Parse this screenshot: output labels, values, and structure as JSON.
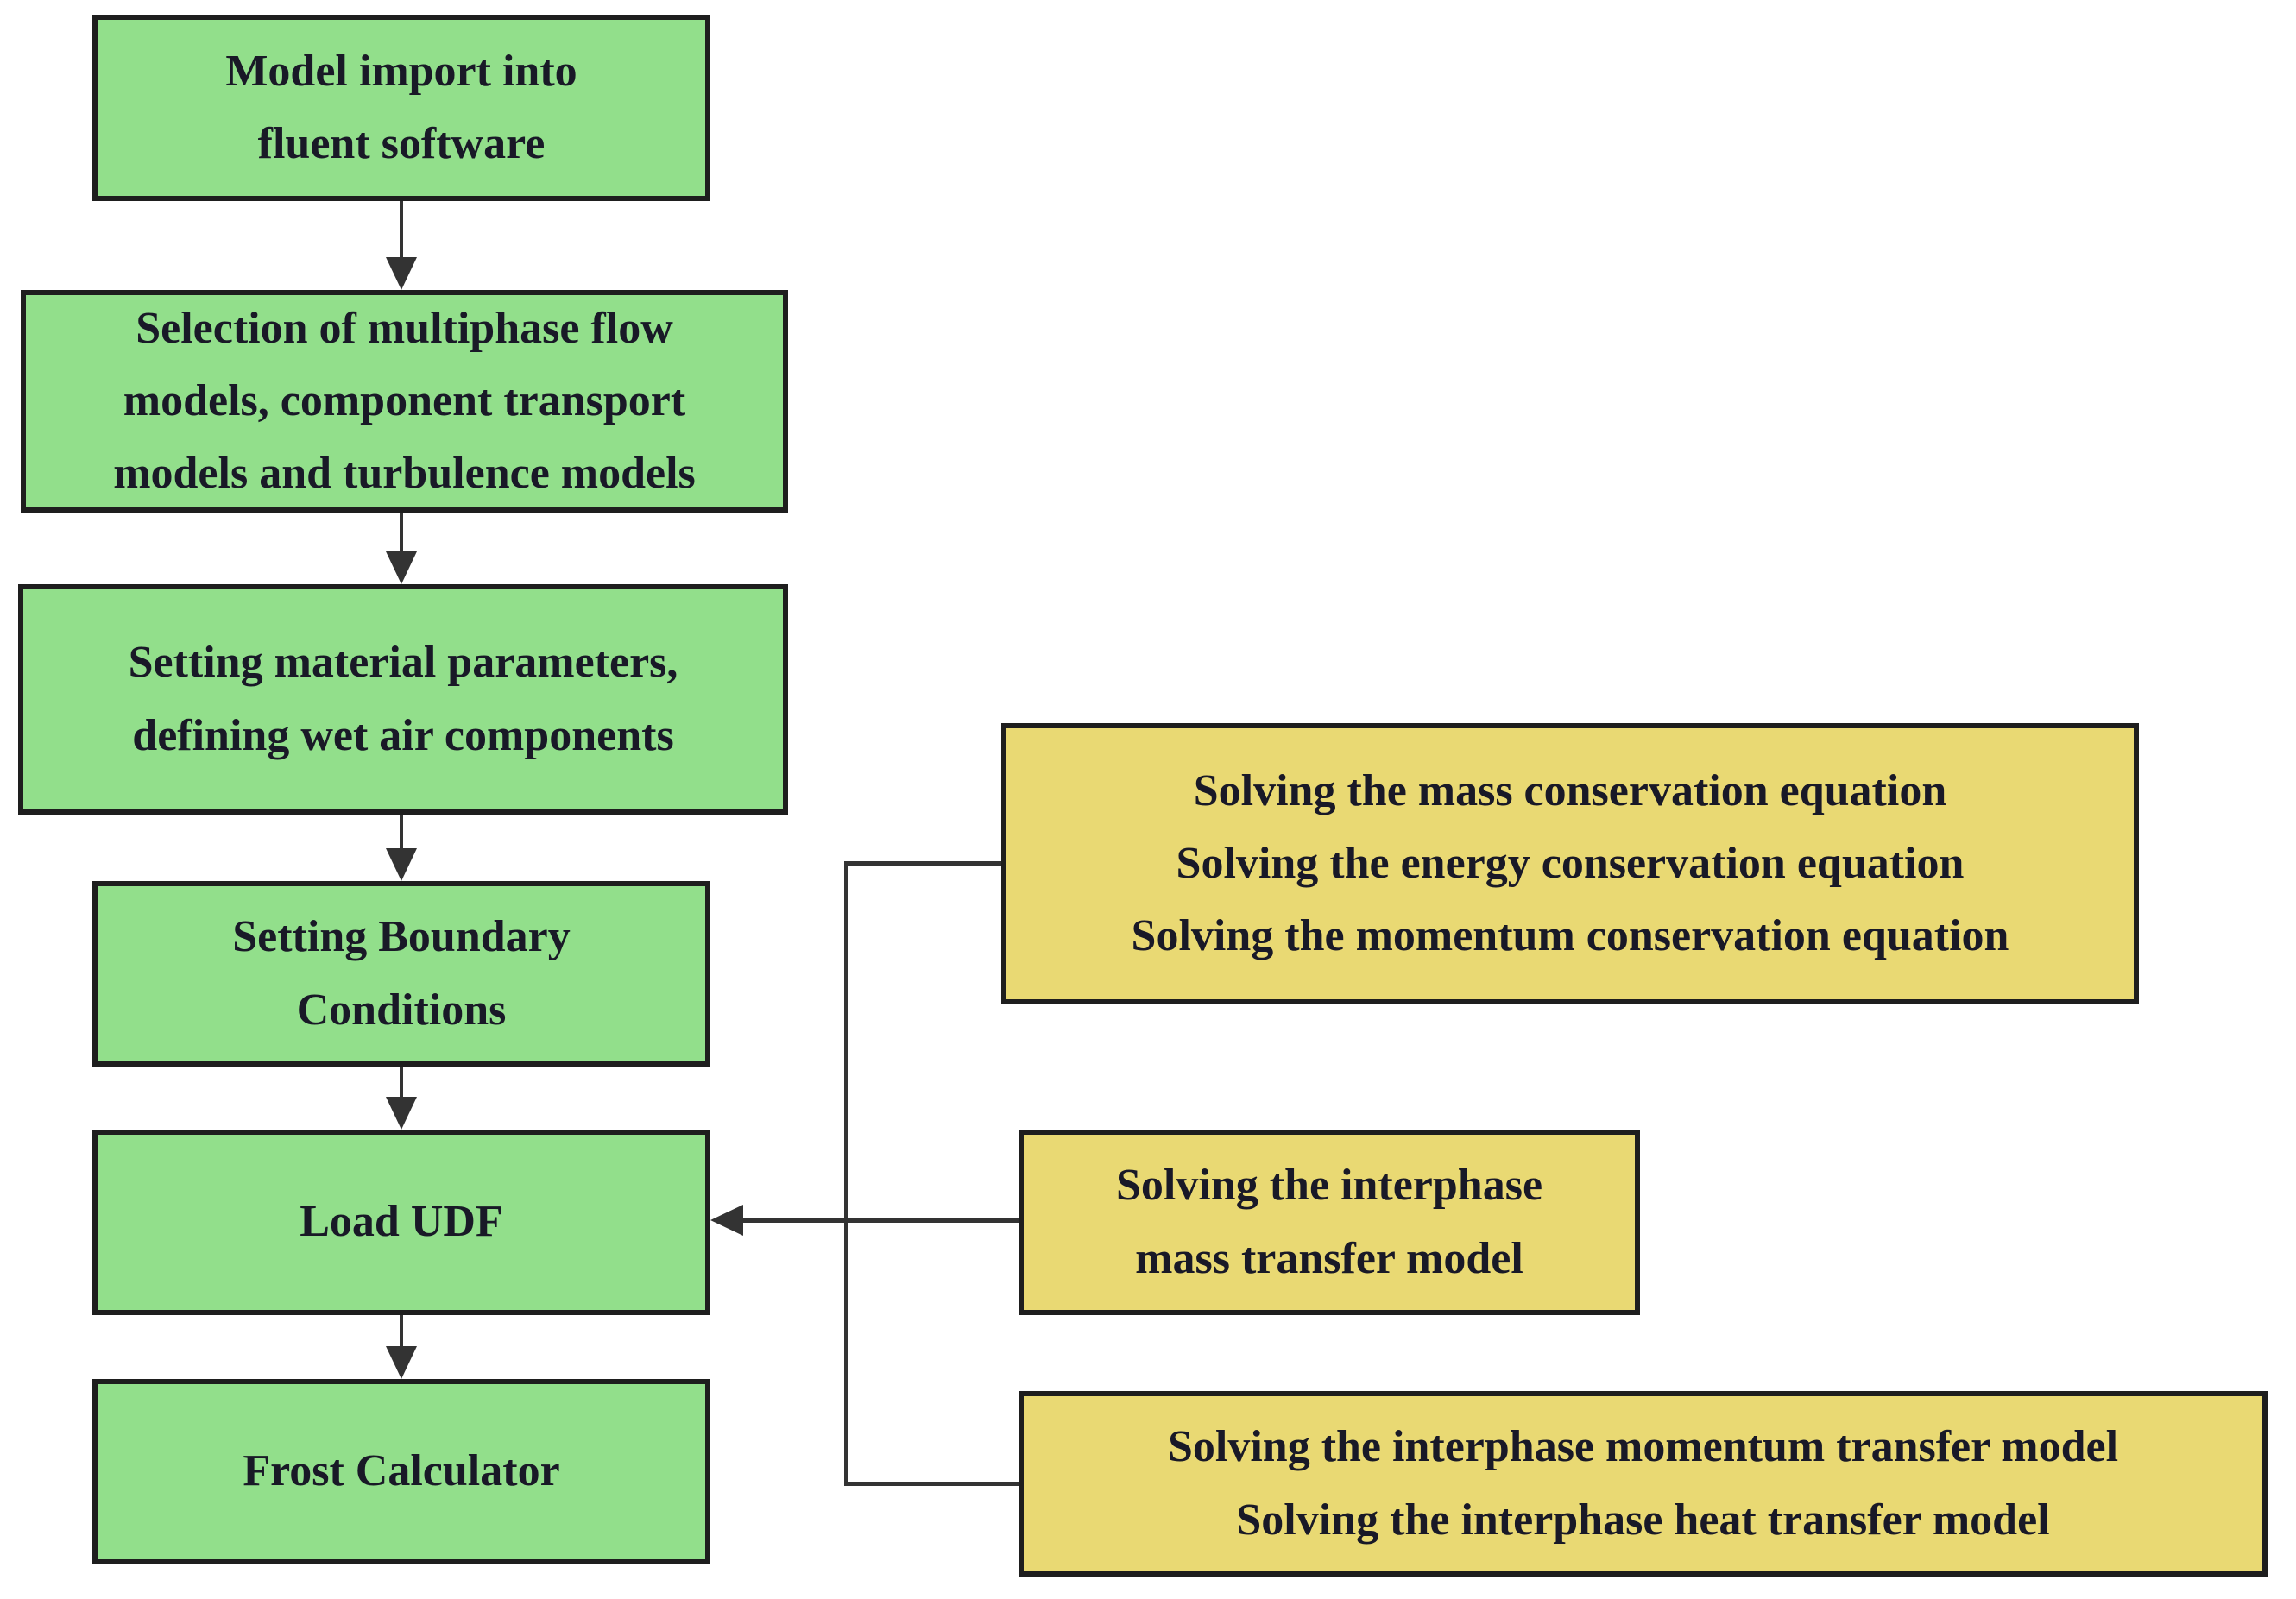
{
  "figure": {
    "type": "flowchart",
    "description": "CFD frost simulation setup workflow in Fluent with UDF solver modules"
  },
  "colors": {
    "background": "#ffffff",
    "step-fill": "#92DF8B",
    "solver-fill": "#E9D973",
    "box-border": "#1e1e1e",
    "text": "#191927",
    "connector": "#333333"
  },
  "steps": [
    {
      "label": "Model import into\nfluent software"
    },
    {
      "label": "Selection of multiphase flow\nmodels, component transport\nmodels and turbulence models"
    },
    {
      "label": "Setting material parameters,\ndefining wet air components"
    },
    {
      "label": "Setting Boundary\nConditions"
    },
    {
      "label": "Load UDF"
    },
    {
      "label": "Frost Calculator"
    }
  ],
  "solvers": [
    {
      "label": "Solving the mass conservation equation\nSolving the energy conservation equation\nSolving the momentum conservation equation"
    },
    {
      "label": "Solving the interphase\nmass transfer model"
    },
    {
      "label": "Solving the interphase momentum transfer model\nSolving the interphase heat transfer model"
    }
  ]
}
